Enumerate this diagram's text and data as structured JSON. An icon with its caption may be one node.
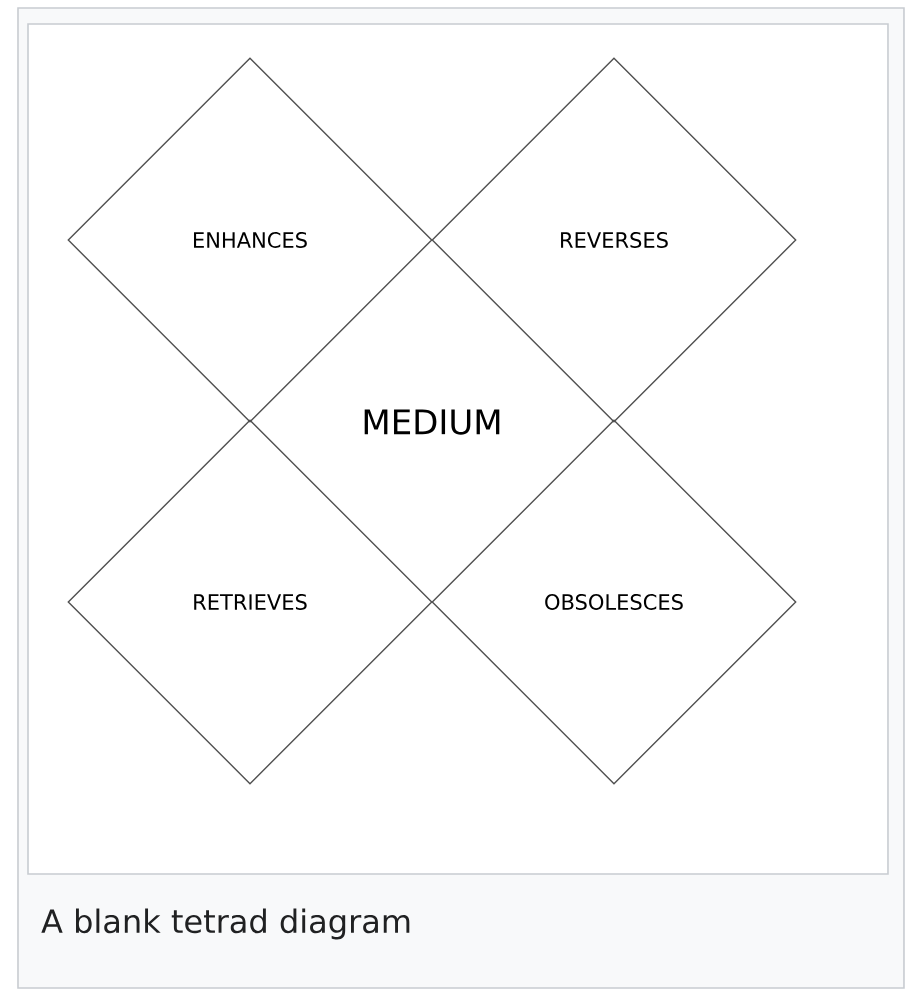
{
  "diagram": {
    "caption": "A blank tetrad diagram",
    "nodes": [
      {
        "text": [
          "ENHANCES"
        ]
      },
      {
        "text": [
          "REVERSES"
        ]
      },
      {
        "text": [
          "RETRIEVES"
        ]
      },
      {
        "text": [
          "OBSOLESCES"
        ]
      }
    ],
    "labels": [
      "MEDIUM"
    ]
  }
}
